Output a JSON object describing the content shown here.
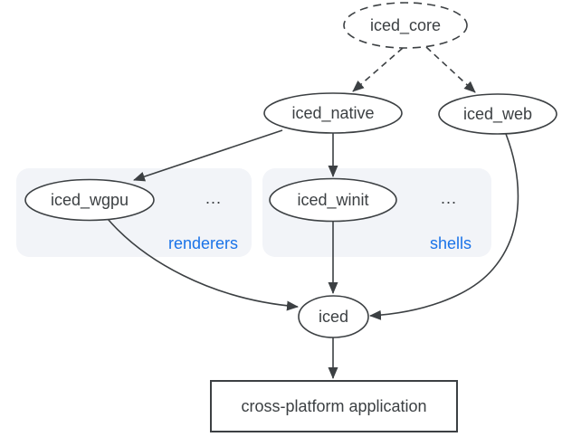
{
  "diagram": {
    "type": "dependency-graph",
    "nodes": {
      "core": {
        "label": "iced_core",
        "shape": "ellipse-dashed"
      },
      "native": {
        "label": "iced_native",
        "shape": "ellipse"
      },
      "web": {
        "label": "iced_web",
        "shape": "ellipse"
      },
      "wgpu": {
        "label": "iced_wgpu",
        "shape": "ellipse",
        "group": "renderers"
      },
      "winit": {
        "label": "iced_winit",
        "shape": "ellipse",
        "group": "shells"
      },
      "iced": {
        "label": "iced",
        "shape": "ellipse"
      },
      "app": {
        "label": "cross-platform application",
        "shape": "rectangle"
      }
    },
    "groups": {
      "renderers": {
        "label": "renderers",
        "ellipsis": "..."
      },
      "shells": {
        "label": "shells",
        "ellipsis": "..."
      }
    },
    "edges": [
      {
        "from": "iced_core",
        "to": "iced_native",
        "style": "dashed"
      },
      {
        "from": "iced_core",
        "to": "iced_web",
        "style": "dashed"
      },
      {
        "from": "iced_native",
        "to": "iced_wgpu",
        "style": "solid"
      },
      {
        "from": "iced_native",
        "to": "iced_winit",
        "style": "solid"
      },
      {
        "from": "iced_wgpu",
        "to": "iced",
        "style": "solid"
      },
      {
        "from": "iced_winit",
        "to": "iced",
        "style": "solid"
      },
      {
        "from": "iced_web",
        "to": "iced",
        "style": "solid"
      },
      {
        "from": "iced",
        "to": "cross-platform application",
        "style": "solid"
      }
    ],
    "colors": {
      "stroke": "#3c4043",
      "text": "#3c4043",
      "accent_blue": "#1a73e8",
      "group_fill": "#f2f4f8",
      "background": "#ffffff"
    }
  }
}
